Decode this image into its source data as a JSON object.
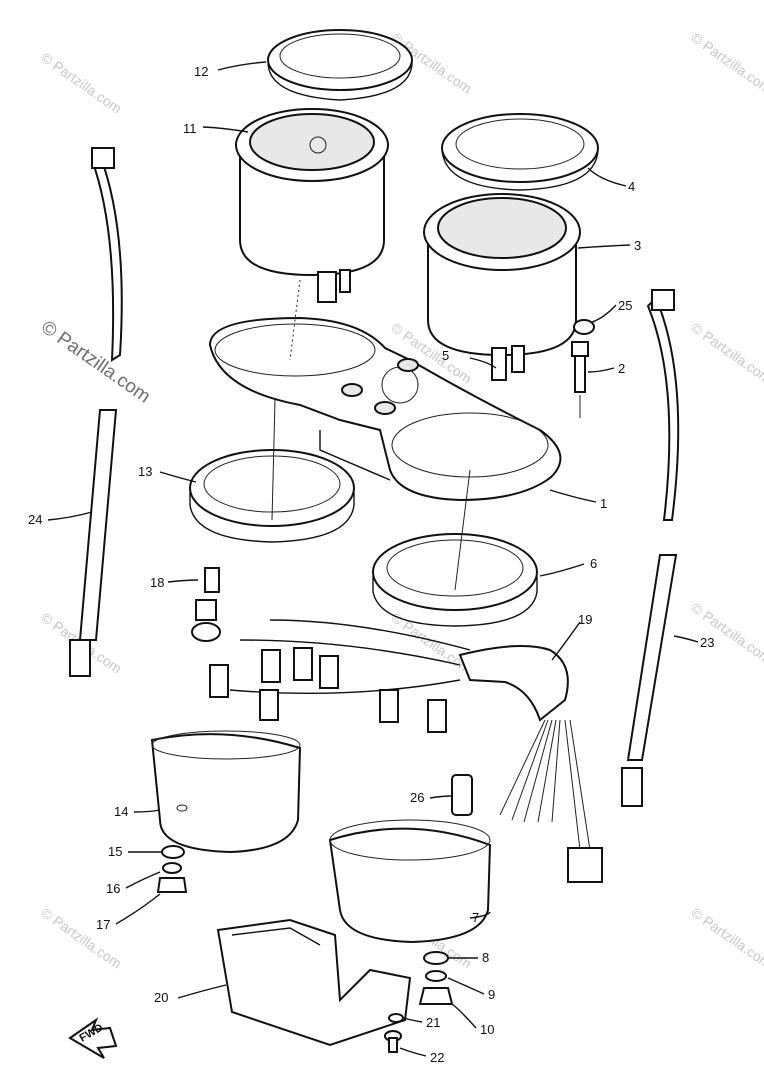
{
  "watermark": {
    "small": "© Partzilla.com",
    "large": "© Partzilla.com"
  },
  "arrow_label": "FWD",
  "callouts": [
    {
      "id": "12",
      "text": "12"
    },
    {
      "id": "11",
      "text": "11"
    },
    {
      "id": "4",
      "text": "4"
    },
    {
      "id": "3",
      "text": "3"
    },
    {
      "id": "25",
      "text": "25"
    },
    {
      "id": "5",
      "text": "5"
    },
    {
      "id": "2",
      "text": "2"
    },
    {
      "id": "13",
      "text": "13"
    },
    {
      "id": "1",
      "text": "1"
    },
    {
      "id": "24",
      "text": "24"
    },
    {
      "id": "6",
      "text": "6"
    },
    {
      "id": "18",
      "text": "18"
    },
    {
      "id": "19",
      "text": "19"
    },
    {
      "id": "23",
      "text": "23"
    },
    {
      "id": "14",
      "text": "14"
    },
    {
      "id": "26",
      "text": "26"
    },
    {
      "id": "15",
      "text": "15"
    },
    {
      "id": "16",
      "text": "16"
    },
    {
      "id": "17",
      "text": "17"
    },
    {
      "id": "7",
      "text": "7"
    },
    {
      "id": "8",
      "text": "8"
    },
    {
      "id": "9",
      "text": "9"
    },
    {
      "id": "20",
      "text": "20"
    },
    {
      "id": "21",
      "text": "21"
    },
    {
      "id": "10",
      "text": "10"
    },
    {
      "id": "22",
      "text": "22"
    }
  ]
}
